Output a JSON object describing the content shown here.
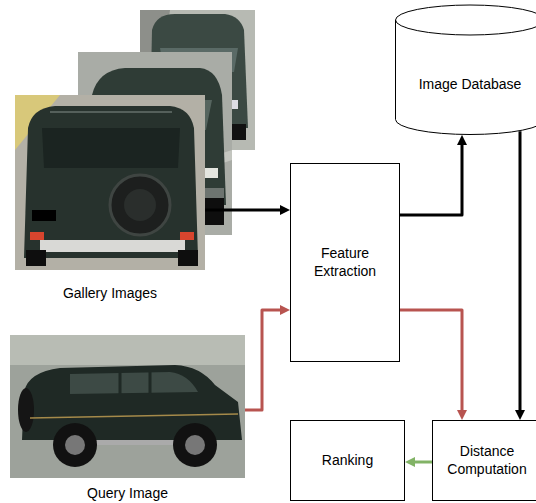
{
  "diagram": {
    "nodes": [
      {
        "text": [
          "Gallery Images"
        ]
      },
      {
        "text": [
          "Image Database"
        ]
      },
      {
        "text": [
          "Feature Extraction"
        ]
      },
      {
        "text": [
          "Query Image"
        ]
      },
      {
        "text": [
          "Ranking"
        ]
      },
      {
        "text": [
          "Distance Computation"
        ]
      }
    ],
    "edges": [
      {
        "from": 0,
        "to": 2,
        "arrow": "to"
      },
      {
        "from": 2,
        "to": 1,
        "arrow": "to"
      },
      {
        "from": 1,
        "to": 5,
        "arrow": "to"
      },
      {
        "from": 3,
        "to": 2,
        "arrow": "to"
      },
      {
        "from": 2,
        "to": 5,
        "arrow": "to"
      },
      {
        "from": 5,
        "to": 4,
        "arrow": "to"
      }
    ]
  }
}
